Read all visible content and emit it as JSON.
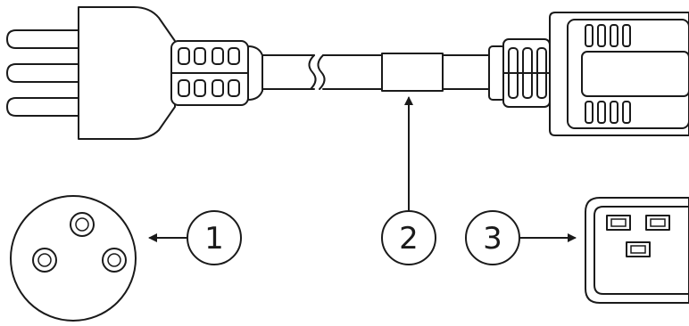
{
  "figure": {
    "description_free": true,
    "callouts": [
      {
        "label": "1"
      },
      {
        "label": "2"
      },
      {
        "label": "3"
      }
    ],
    "colors": {
      "stroke": "#1a1a1a",
      "background": "#ffffff"
    }
  }
}
